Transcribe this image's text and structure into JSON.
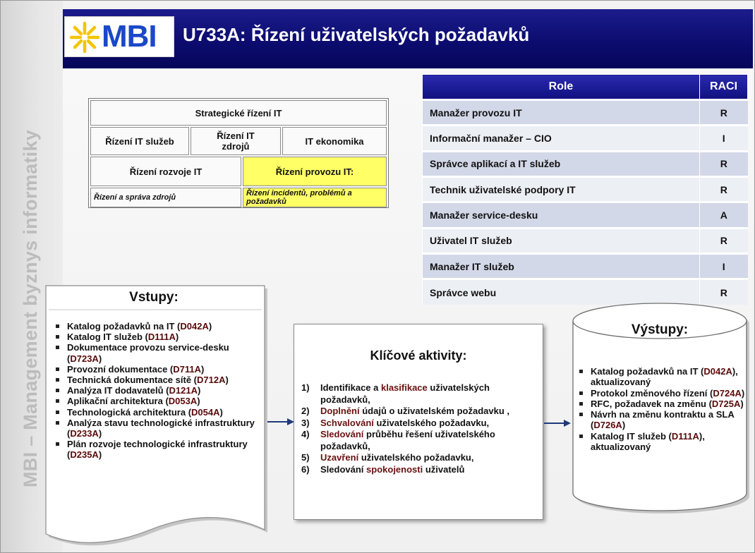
{
  "header": {
    "logo_text": "MBI",
    "title": "U733A: Řízení uživatelských požadavků"
  },
  "sidebar": {
    "vertical_text": "MBI – Management byznys informatiky"
  },
  "hierarchy": {
    "strategic": "Strategické řízení IT",
    "services": "Řízení IT služeb",
    "resources": "Řízení IT zdrojů",
    "economics": "IT ekonomika",
    "development": "Řízení rozvoje IT",
    "operations": "Řízení provozu IT:",
    "resource_mgmt": "Řízení a správa zdrojů",
    "incidents": "Řízení incidentů, problémů a požadavků"
  },
  "raci_table": {
    "headers": {
      "role": "Role",
      "raci": "RACI"
    },
    "rows": [
      {
        "role": "Manažer provozu IT",
        "raci": "R"
      },
      {
        "role": "Informační manažer – CIO",
        "raci": "I"
      },
      {
        "role": "Správce aplikací a IT služeb",
        "raci": "R"
      },
      {
        "role": "Technik uživatelské podpory IT",
        "raci": "R"
      },
      {
        "role": "Manažer service-desku",
        "raci": "A"
      },
      {
        "role": "Uživatel IT služeb",
        "raci": "R"
      },
      {
        "role": "Manažer IT služeb",
        "raci": "I"
      },
      {
        "role": "Správce webu",
        "raci": "R"
      }
    ]
  },
  "inputs": {
    "title": "Vstupy:",
    "items": [
      {
        "text": "Katalog požadavků na IT (",
        "code": "D042A",
        "end": ")"
      },
      {
        "text": "Katalog IT služeb (",
        "code": "D111A",
        "end": ")"
      },
      {
        "text": "Dokumentace provozu service-desku (",
        "code": "D723A",
        "end": ")"
      },
      {
        "text": "Provozní dokumentace (",
        "code": "D711A",
        "end": ")"
      },
      {
        "text": "Technická dokumentace sítě (",
        "code": "D712A",
        "end": ")"
      },
      {
        "text": "Analýza IT dodavatelů (",
        "code": "D121A",
        "end": ")"
      },
      {
        "text": "Aplikační architektura (",
        "code": "D053A",
        "end": ")"
      },
      {
        "text": "Technologická architektura (",
        "code": "D054A",
        "end": ")"
      },
      {
        "text": "Analýza stavu technologické infrastruktury (",
        "code": "D233A",
        "end": ")"
      },
      {
        "text": "Plán rozvoje technologické infrastruktury (",
        "code": "D235A",
        "end": ")"
      }
    ]
  },
  "activities": {
    "title": "Klíčové aktivity:",
    "items": [
      {
        "num": "1)",
        "pre": "Identifikace a ",
        "hl": "klasifikace",
        "post": " uživatelských požadavků,"
      },
      {
        "num": "2)",
        "pre": "",
        "hl": "Doplnění",
        "post": " údajů o uživatelském požadavku ,"
      },
      {
        "num": "3)",
        "pre": "",
        "hl": "Schvalování",
        "post": " uživatelského požadavku,"
      },
      {
        "num": "4)",
        "pre": "",
        "hl": "Sledování",
        "post": " průběhu řešení uživatelského požadavků,"
      },
      {
        "num": "5)",
        "pre": "",
        "hl": "Uzavření",
        "post": " uživatelského požadavku,"
      },
      {
        "num": "6)",
        "pre": "Sledování ",
        "hl": "spokojenosti",
        "post": " uživatelů"
      }
    ]
  },
  "outputs": {
    "title": "Výstupy:",
    "items": [
      {
        "text": "Katalog požadavků na IT (",
        "code": "D042A",
        "end": "), aktualizovaný"
      },
      {
        "text": "Protokol změnového řízení (",
        "code": "D724A",
        "end": ")"
      },
      {
        "text": "RFC, požadavek na změnu (",
        "code": "D725A",
        "end": ")"
      },
      {
        "text": "Návrh na změnu kontraktu a SLA (",
        "code": "D726A",
        "end": ")"
      },
      {
        "text": "Katalog IT služeb (",
        "code": "D111A",
        "end": "), aktualizovaný"
      }
    ]
  },
  "colors": {
    "header_bg": "#0c0c70",
    "logo_blue": "#1a48c8",
    "highlight_yellow": "#ffff66",
    "code_red": "#5a0a0a",
    "raci_header": "#1a1a9a"
  }
}
